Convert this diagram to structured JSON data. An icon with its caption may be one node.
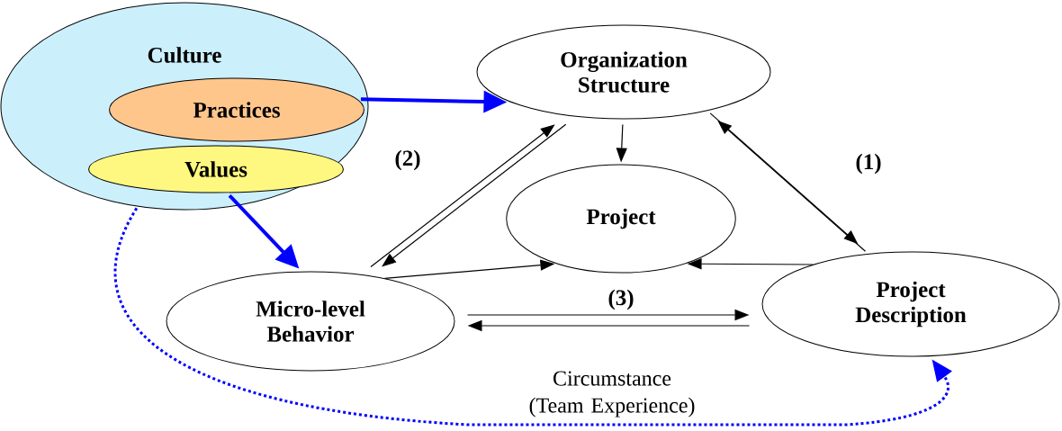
{
  "diagram": {
    "nodes": [
      {
        "text": [
          "Culture"
        ]
      },
      {
        "text": [
          "Practices"
        ],
        "in": 0
      },
      {
        "text": [
          "Values"
        ],
        "in": 0
      },
      {
        "text": [
          "Organization Structure"
        ]
      },
      {
        "text": [
          "Project"
        ]
      },
      {
        "text": [
          "Micro-level Behavior"
        ]
      },
      {
        "text": [
          "Project Description"
        ]
      }
    ],
    "edges": [
      {
        "from": 1,
        "to": 3,
        "arrow": "to",
        "style": "thick",
        "color": "#0000ff"
      },
      {
        "from": 2,
        "to": 5,
        "arrow": "to",
        "style": "thick",
        "color": "#0000ff"
      },
      {
        "from": 3,
        "to": 4,
        "arrow": "to"
      },
      {
        "from": 5,
        "to": 4,
        "arrow": "to"
      },
      {
        "from": 6,
        "to": 4,
        "arrow": "to"
      },
      {
        "from": 5,
        "to": 3,
        "arrow": "to",
        "label": "(2)"
      },
      {
        "from": 3,
        "to": 5,
        "arrow": "to"
      },
      {
        "from": 3,
        "to": 6,
        "arrow": "to",
        "label": "(1)"
      },
      {
        "from": 6,
        "to": 3,
        "arrow": "to"
      },
      {
        "from": 5,
        "to": 6,
        "arrow": "to",
        "label": "(3)"
      },
      {
        "from": 6,
        "to": 5,
        "arrow": "to"
      },
      {
        "from": 0,
        "to": 6,
        "arrow": "to",
        "style": "dashed",
        "color": "#0000ff",
        "label": "Circumstance (Team Experience)"
      }
    ]
  }
}
